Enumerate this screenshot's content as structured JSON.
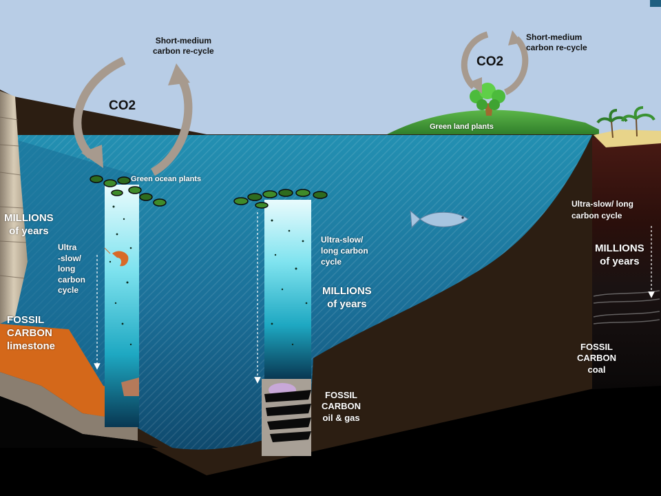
{
  "labels": {
    "left_co2": "CO2",
    "left_short_cycle": [
      "Short-medium",
      "carbon re-cycle"
    ],
    "right_co2": "CO2",
    "right_short_cycle": [
      "Short-medium",
      "carbon re-cycle"
    ],
    "green_land_plants": "Green land plants",
    "green_ocean_plants": "Green ocean plants",
    "left_millions": [
      "MILLIONS",
      "of years"
    ],
    "left_ultra_slow": [
      "Ultra",
      "-slow/",
      "long",
      "carbon",
      "cycle"
    ],
    "left_fossil": [
      "FOSSIL",
      "CARBON",
      "limestone"
    ],
    "mid_ultra_slow": [
      "Ultra-slow/",
      "long carbon",
      "cycle"
    ],
    "mid_millions": [
      "MILLIONS",
      "of years"
    ],
    "mid_fossil": [
      "FOSSIL",
      "CARBON",
      "oil & gas"
    ],
    "right_ultra_slow": [
      "Ultra-slow/ long",
      "carbon cycle"
    ],
    "right_millions": [
      "MILLIONS",
      "of years"
    ],
    "right_fossil": [
      "FOSSIL",
      "CARBON",
      "coal"
    ]
  },
  "colors": {
    "sky": "#b8cde6",
    "ocean_surface": "#1f86a8",
    "ocean_deep": "#0e4f78",
    "seabed": "#2c1e12",
    "land_green": "#4aa23c",
    "arrow_grey": "#a79a8e",
    "fossil_orange": "#d4681a",
    "corner_accent": "#1f5f80"
  },
  "icons": [
    "fish-icon",
    "land-tree-icon",
    "palm-trees-icon",
    "shrimp-icon",
    "plankton-icon"
  ]
}
